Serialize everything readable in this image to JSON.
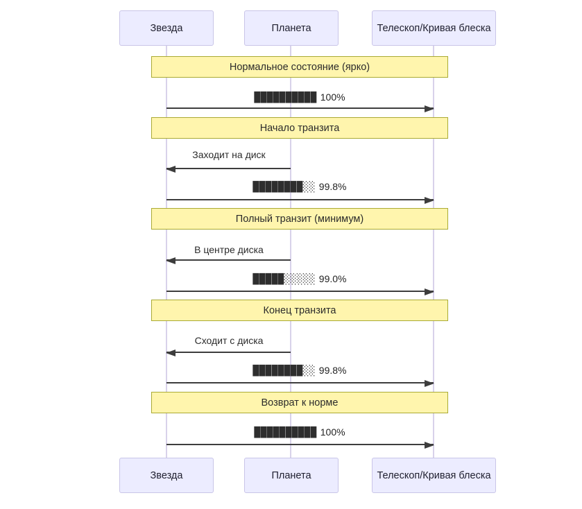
{
  "actors": [
    {
      "name": "Звезда"
    },
    {
      "name": "Планета"
    },
    {
      "name": "Телескоп/Кривая блеска"
    }
  ],
  "notes": [
    {
      "text": "Нормальное состояние (ярко)"
    },
    {
      "text": "Начало транзита"
    },
    {
      "text": "Полный транзит (минимум)"
    },
    {
      "text": "Конец транзита"
    },
    {
      "text": "Возврат к норме"
    }
  ],
  "messages": [
    {
      "from": "Звезда",
      "to": "Телескоп/Кривая блеска",
      "direction": "right",
      "bar": "██████████",
      "label": "100%"
    },
    {
      "from": "Планета",
      "to": "Звезда",
      "direction": "left",
      "label": "Заходит на диск"
    },
    {
      "from": "Звезда",
      "to": "Телескоп/Кривая блеска",
      "direction": "right",
      "bar": "████████░░",
      "label": "99.8%"
    },
    {
      "from": "Планета",
      "to": "Звезда",
      "direction": "left",
      "label": "В центре диска"
    },
    {
      "from": "Звезда",
      "to": "Телескоп/Кривая блеска",
      "direction": "right",
      "bar": "█████░░░░░",
      "label": "99.0%"
    },
    {
      "from": "Планета",
      "to": "Звезда",
      "direction": "left",
      "label": "Сходит с диска"
    },
    {
      "from": "Звезда",
      "to": "Телескоп/Кривая блеска",
      "direction": "right",
      "bar": "████████░░",
      "label": "99.8%"
    },
    {
      "from": "Звезда",
      "to": "Телескоп/Кривая блеска",
      "direction": "right",
      "bar": "██████████",
      "label": "100%"
    }
  ],
  "colors": {
    "actor_fill": "#ECECFF",
    "actor_border": "#C9C5E8",
    "note_fill": "#FFF5AD",
    "note_border": "#AAAA33",
    "lifeline": "#D8D2EA",
    "arrow": "#3D3D3D",
    "background": "#FFFFFF"
  }
}
